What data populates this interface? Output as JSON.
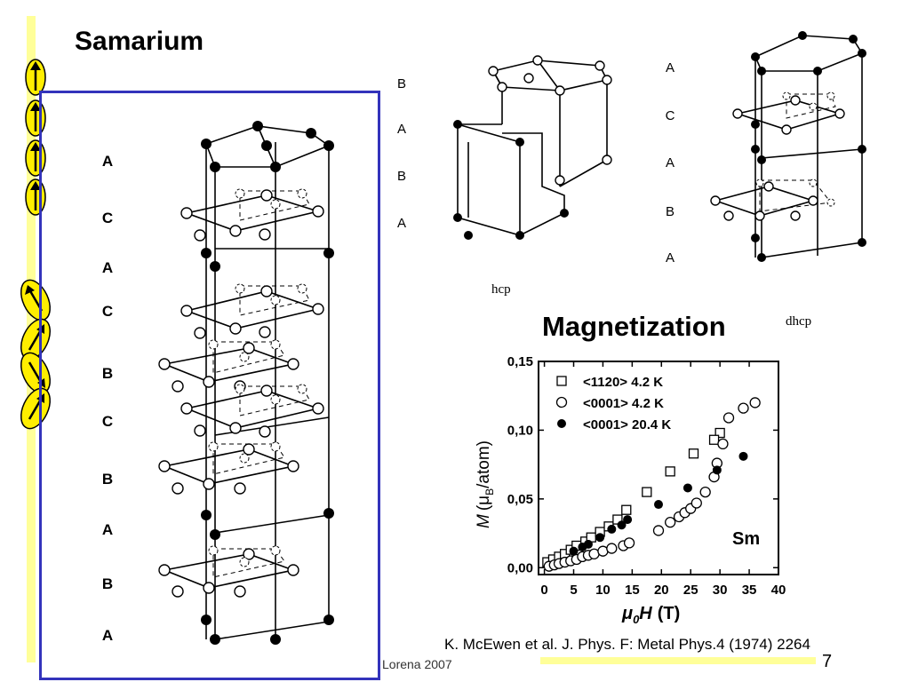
{
  "slide": {
    "title": "Samarium",
    "stacking_left": [
      "A",
      "C",
      "A",
      "C",
      "B",
      "C",
      "B",
      "A",
      "B",
      "A"
    ],
    "hcp_sequence": [
      "B",
      "A",
      "B",
      "A"
    ],
    "hcp_label": "hcp",
    "dhcp_sequence": [
      "A",
      "C",
      "A",
      "B",
      "A"
    ],
    "dhcp_label": "dhcp",
    "magnetization_title": "Magnetization",
    "citation": "K. McEwen et al. J. Phys. F: Metal Phys.4 (1974) 2264",
    "footer_left": "Lorena 2007",
    "page_number": "7",
    "colors": {
      "frame": "#3333bb",
      "highlight": "#ffff99",
      "spin": "#ffee00"
    },
    "spin_arrows": [
      "up",
      "up",
      "up",
      "up",
      "tilted",
      "tilted",
      "tilted",
      "tilted"
    ]
  },
  "chart_data": {
    "type": "scatter",
    "title": "",
    "sample_label": "Sm",
    "xlabel_parts": [
      "μ",
      "0",
      "H",
      "(T)"
    ],
    "ylabel_parts": [
      "M",
      "(μ",
      "B",
      "/atom)"
    ],
    "xlim": [
      -1,
      40
    ],
    "ylim": [
      -0.005,
      0.15
    ],
    "x_ticks": [
      0,
      5,
      10,
      15,
      20,
      25,
      30,
      35,
      40
    ],
    "x_tick_labels": [
      "0",
      "5",
      "10",
      "15",
      "20",
      "25",
      "30",
      "35",
      "40"
    ],
    "y_ticks": [
      0.0,
      0.05,
      0.1,
      0.15
    ],
    "y_tick_labels": [
      "0,00",
      "0,05",
      "0,10",
      "0,15"
    ],
    "legend_position": "top-left",
    "series": [
      {
        "name": "<1120> 4.2 K",
        "marker": "square-open",
        "points": [
          [
            0.5,
            0.004
          ],
          [
            1.5,
            0.006
          ],
          [
            2.5,
            0.008
          ],
          [
            3.5,
            0.01
          ],
          [
            4.5,
            0.013
          ],
          [
            5.5,
            0.016
          ],
          [
            7,
            0.019
          ],
          [
            8,
            0.022
          ],
          [
            9.5,
            0.026
          ],
          [
            11,
            0.03
          ],
          [
            12.5,
            0.035
          ],
          [
            14,
            0.042
          ],
          [
            17.5,
            0.055
          ],
          [
            21.5,
            0.07
          ],
          [
            25.5,
            0.083
          ],
          [
            30,
            0.098
          ],
          [
            29,
            0.093
          ]
        ]
      },
      {
        "name": "<0001> 4.2 K",
        "marker": "circle-open",
        "points": [
          [
            0.8,
            0.001
          ],
          [
            1.7,
            0.002
          ],
          [
            2.5,
            0.003
          ],
          [
            3.5,
            0.004
          ],
          [
            4.5,
            0.005
          ],
          [
            5.5,
            0.006
          ],
          [
            6.5,
            0.008
          ],
          [
            7.5,
            0.009
          ],
          [
            8.5,
            0.01
          ],
          [
            10,
            0.012
          ],
          [
            11.5,
            0.014
          ],
          [
            13.5,
            0.016
          ],
          [
            14.5,
            0.018
          ],
          [
            19.5,
            0.027
          ],
          [
            21.5,
            0.033
          ],
          [
            23,
            0.037
          ],
          [
            24,
            0.04
          ],
          [
            25,
            0.043
          ],
          [
            26,
            0.047
          ],
          [
            27.5,
            0.055
          ],
          [
            29,
            0.066
          ],
          [
            29.5,
            0.076
          ],
          [
            30.5,
            0.09
          ],
          [
            31.5,
            0.109
          ],
          [
            34,
            0.116
          ],
          [
            36,
            0.12
          ]
        ]
      },
      {
        "name": "<0001> 20.4 K",
        "marker": "circle-filled",
        "points": [
          [
            5,
            0.012
          ],
          [
            6.5,
            0.015
          ],
          [
            7.5,
            0.017
          ],
          [
            9.5,
            0.022
          ],
          [
            11.5,
            0.028
          ],
          [
            13.2,
            0.031
          ],
          [
            14.2,
            0.035
          ],
          [
            19.5,
            0.046
          ],
          [
            24.5,
            0.058
          ],
          [
            29.5,
            0.071
          ],
          [
            34,
            0.081
          ]
        ]
      }
    ]
  }
}
